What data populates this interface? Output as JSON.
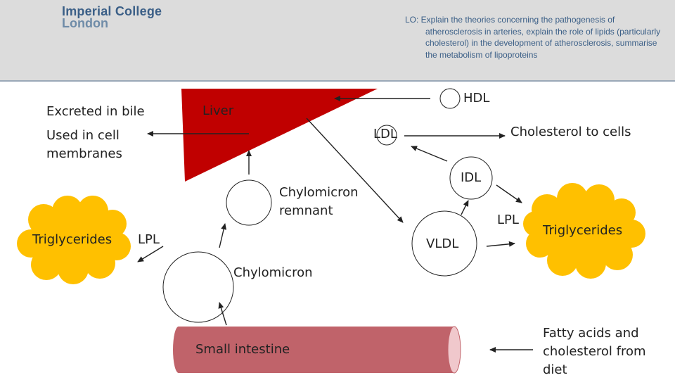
{
  "header": {
    "logo_line1": "Imperial College",
    "logo_line2": "London",
    "lo_first": "LO: Explain the theories concerning the pathogenesis of",
    "lo_rest": "atherosclerosis in arteries, explain the role of lipids (particularly cholesterol) in the development of atherosclerosis, summarise the metabolism of lipoproteins"
  },
  "labels": {
    "excreted_in_bile": "Excreted in bile",
    "used_in_cell_membranes": "Used in cell membranes",
    "liver": "Liver",
    "hdl": "HDL",
    "ldl": "LDL",
    "cholesterol_to_cells": "Cholesterol to cells",
    "idl": "IDL",
    "chylomicron_remnant": "Chylomicron remnant",
    "lpl_left": "LPL",
    "lpl_right": "LPL",
    "vldl": "VLDL",
    "chylomicron": "Chylomicron",
    "triglycerides_left": "Triglycerides",
    "triglycerides_right": "Triglycerides",
    "small_intestine": "Small intestine",
    "fatty_acids_diet": "Fatty acids and cholesterol from diet"
  },
  "colors": {
    "liver": "#c00000",
    "intestine": "#c0636a",
    "intestine_end": "#f0c8cc",
    "cloud": "#ffc000",
    "header_bg": "#dcdcdc",
    "brand": "#3b5f87"
  }
}
